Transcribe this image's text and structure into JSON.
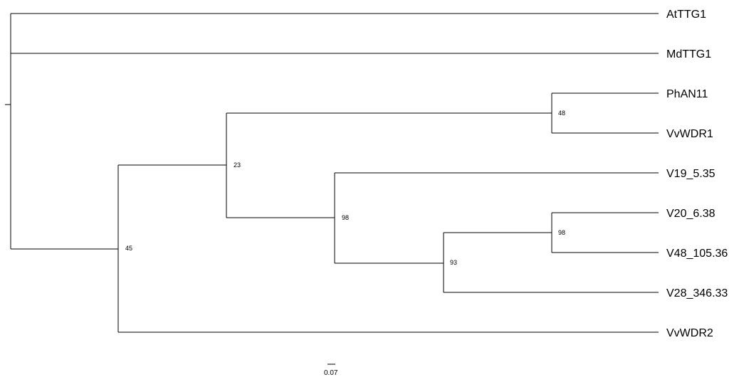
{
  "tree": {
    "leaves": [
      "AtTTG1",
      "MdTTG1",
      "PhAN11",
      "VvWDR1",
      "V19_5.35",
      "V20_6.38",
      "V48_105.36",
      "V28_346.33",
      "VvWDR2"
    ],
    "support_values": [
      "48",
      "23",
      "98",
      "98",
      "93",
      "45"
    ],
    "scale_bar": {
      "label": "0.07"
    }
  }
}
